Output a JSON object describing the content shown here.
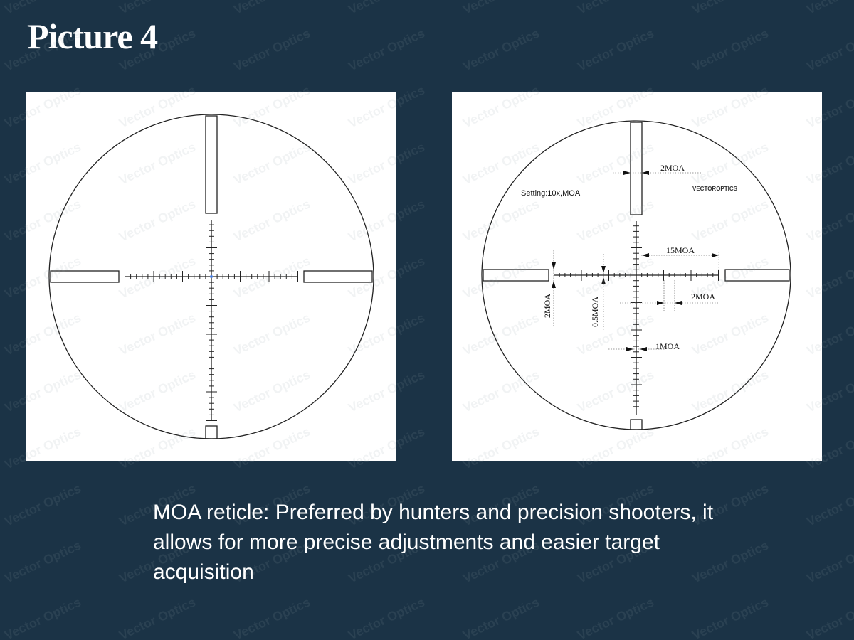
{
  "title": "Picture 4",
  "watermark": "Vector Optics",
  "right_reticle": {
    "setting": "Setting:10x,MOA",
    "brand": "VECTOROPTICS",
    "labels": {
      "post_width": "2MOA",
      "span": "15MOA",
      "major_spacing": "2MOA",
      "post_gap": "2MOA",
      "line_width": "0.5MOA",
      "minor_spacing": "1MOA"
    }
  },
  "caption": "MOA reticle: Preferred by hunters and precision shooters, it allows for more precise adjustments and easier target acquisition"
}
